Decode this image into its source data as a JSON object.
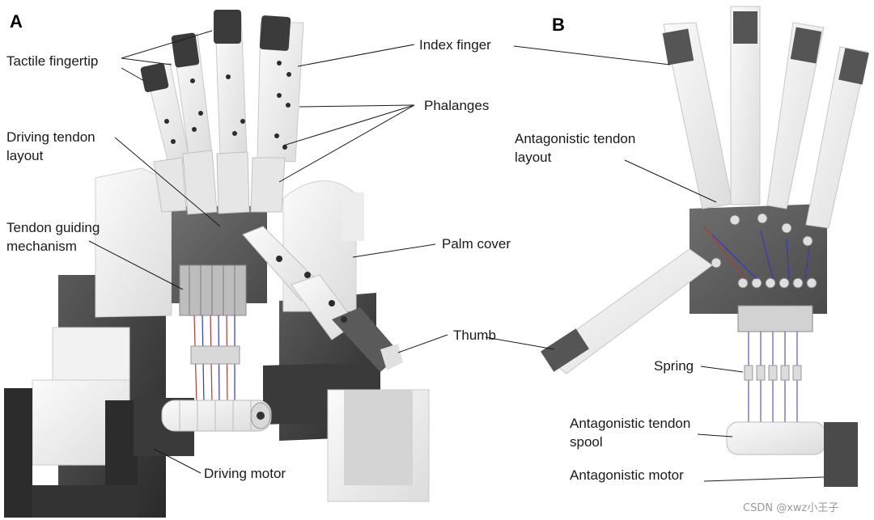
{
  "panels": {
    "a": "A",
    "b": "B"
  },
  "labels_a": {
    "tactile_fingertip": "Tactile  fingertip",
    "driving_tendon_line1": "Driving tendon",
    "driving_tendon_line2": "layout",
    "tendon_guiding_line1": "Tendon guiding",
    "tendon_guiding_line2": "mechanism",
    "index_finger": "Index finger",
    "phalanges": "Phalanges",
    "palm_cover": "Palm cover",
    "thumb": "Thumb",
    "driving_motor": "Driving motor"
  },
  "labels_b": {
    "antagonistic_layout_line1": "Antagonistic tendon",
    "antagonistic_layout_line2": "layout",
    "spring": "Spring",
    "spool_line1": "Antagonistic tendon",
    "spool_line2": "spool",
    "antagonistic_motor": "Antagonistic motor"
  },
  "watermark": "CSDN @xwz小王子"
}
